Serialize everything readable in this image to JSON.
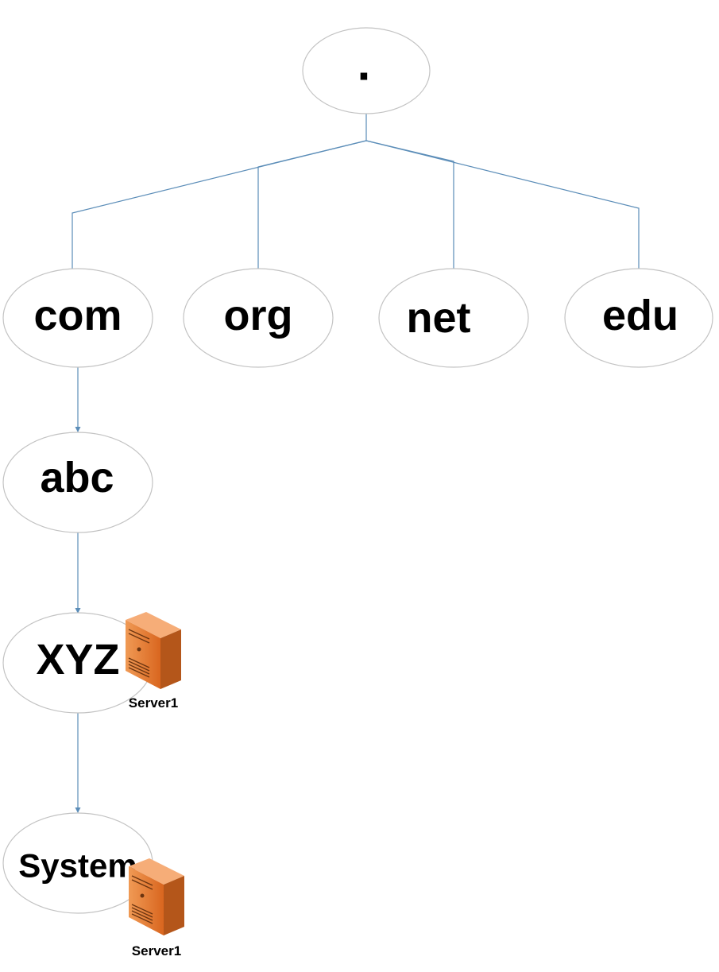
{
  "colors": {
    "node_stroke": "#c3c3c3",
    "connector": "#5b8db8",
    "server_body": "#e6772e",
    "server_dark": "#b4561a",
    "server_light": "#f4a268"
  },
  "nodes": {
    "root": ".",
    "com": "com",
    "org": "org",
    "net": "net",
    "edu": "edu",
    "abc": "abc",
    "xyz": "XYZ",
    "system": "System"
  },
  "servers": [
    {
      "label": "Server1",
      "icon": "server-icon",
      "attached_to": "xyz"
    },
    {
      "label": "Server1",
      "icon": "server-icon",
      "attached_to": "system"
    }
  ]
}
